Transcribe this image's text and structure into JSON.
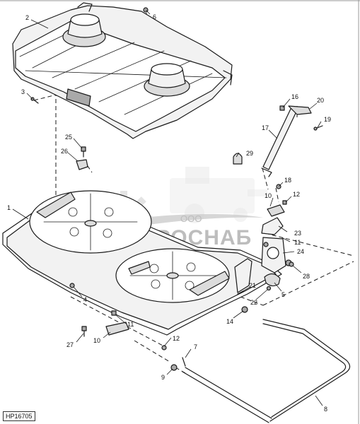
{
  "figure_code": "HP16705",
  "watermark": {
    "company_prefix": "ООО",
    "company_name": "АГРОСНАБ"
  },
  "callouts": [
    {
      "id": "1",
      "label": "1"
    },
    {
      "id": "2",
      "label": "2"
    },
    {
      "id": "3",
      "label": "3"
    },
    {
      "id": "4",
      "label": "4"
    },
    {
      "id": "5",
      "label": "5"
    },
    {
      "id": "6",
      "label": "6"
    },
    {
      "id": "7",
      "label": "7"
    },
    {
      "id": "8",
      "label": "8"
    },
    {
      "id": "9",
      "label": "9"
    },
    {
      "id": "10a",
      "label": "10"
    },
    {
      "id": "10b",
      "label": "10"
    },
    {
      "id": "11a",
      "label": "11"
    },
    {
      "id": "11b",
      "label": "11"
    },
    {
      "id": "12a",
      "label": "12"
    },
    {
      "id": "12b",
      "label": "12"
    },
    {
      "id": "14",
      "label": "14"
    },
    {
      "id": "16",
      "label": "16"
    },
    {
      "id": "17",
      "label": "17"
    },
    {
      "id": "18",
      "label": "18"
    },
    {
      "id": "19",
      "label": "19"
    },
    {
      "id": "20",
      "label": "20"
    },
    {
      "id": "21",
      "label": "21"
    },
    {
      "id": "22",
      "label": "22"
    },
    {
      "id": "23",
      "label": "23"
    },
    {
      "id": "24",
      "label": "24"
    },
    {
      "id": "25",
      "label": "25"
    },
    {
      "id": "26",
      "label": "26"
    },
    {
      "id": "27",
      "label": "27"
    },
    {
      "id": "28",
      "label": "28"
    },
    {
      "id": "29",
      "label": "29"
    }
  ]
}
